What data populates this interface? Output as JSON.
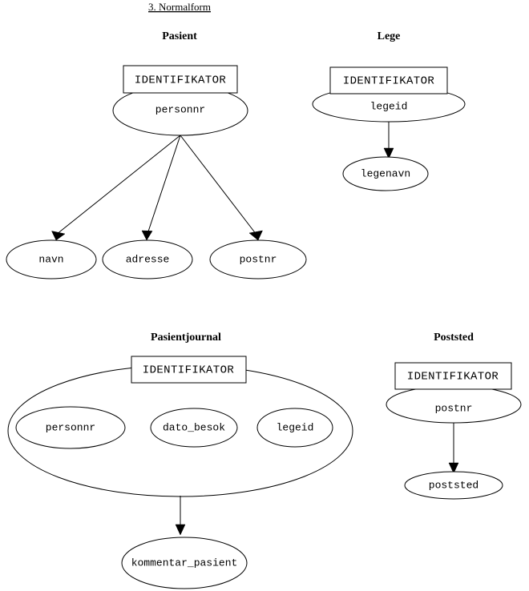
{
  "page": {
    "title": "3. Normalform",
    "identifier_label": "IDENTIFIKATOR",
    "colors": {
      "background": "#ffffff",
      "stroke": "#000000",
      "text": "#000000"
    }
  },
  "entities": [
    {
      "id": "pasient",
      "title": "Pasient",
      "identifier_label": "IDENTIFIKATOR",
      "key_attribute": "personnr",
      "attributes": [
        "navn",
        "adresse",
        "postnr"
      ]
    },
    {
      "id": "lege",
      "title": "Lege",
      "identifier_label": "IDENTIFIKATOR",
      "key_attribute": "legeid",
      "attributes": [
        "legenavn"
      ]
    },
    {
      "id": "pasientjournal",
      "title": "Pasientjournal",
      "identifier_label": "IDENTIFIKATOR",
      "key_attributes": [
        "personnr",
        "dato_besok",
        "legeid"
      ],
      "attributes": [
        "kommentar_pasient"
      ]
    },
    {
      "id": "poststed",
      "title": "Poststed",
      "identifier_label": "IDENTIFIKATOR",
      "key_attribute": "postnr",
      "attributes": [
        "poststed"
      ]
    }
  ]
}
